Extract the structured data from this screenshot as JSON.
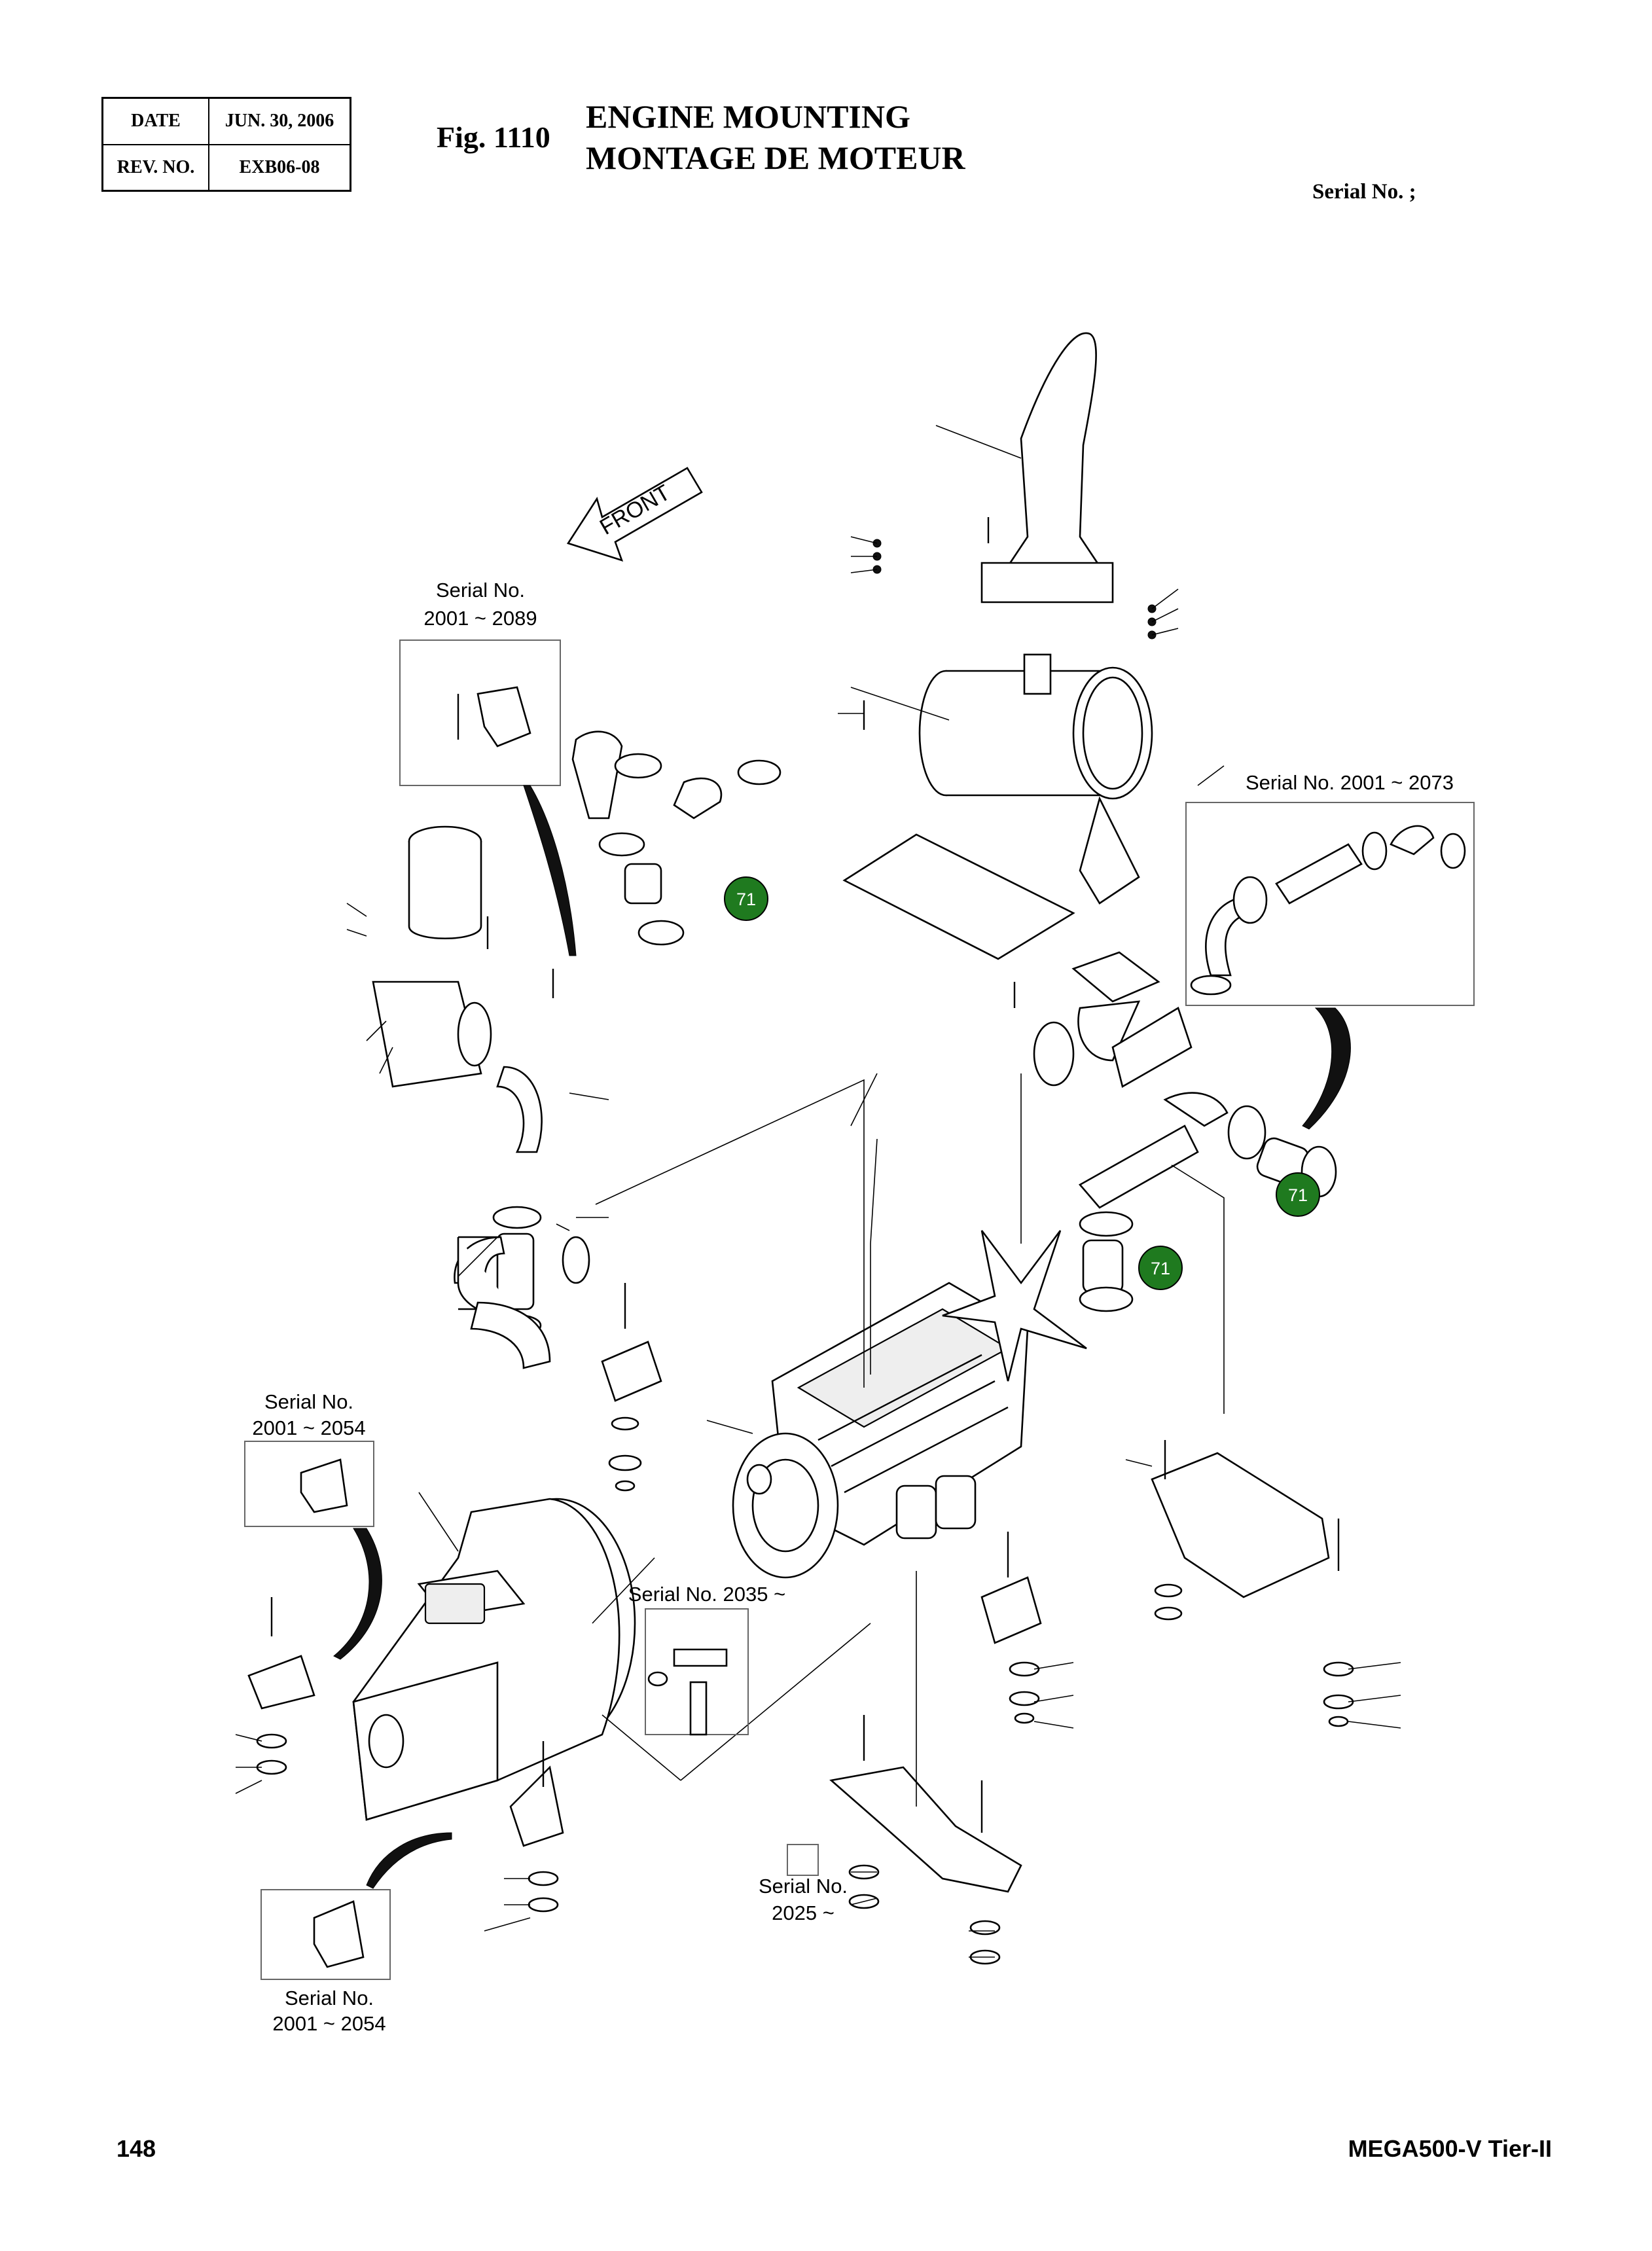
{
  "header": {
    "date_label": "DATE",
    "date_value": "JUN. 30, 2006",
    "rev_label": "REV. NO.",
    "rev_value": "EXB06-08"
  },
  "figure": {
    "number": "Fig. 1110",
    "title_en": "ENGINE MOUNTING",
    "title_fr": "MONTAGE DE MOTEUR",
    "serial_header": "Serial No. ;"
  },
  "diagram": {
    "front_arrow_label": "FRONT",
    "insets": {
      "bracket_top_left": {
        "line1": "Serial No.",
        "line2": "2001 ~ 2089"
      },
      "intake_pipe_right": {
        "line1": "Serial No. 2001 ~ 2073"
      },
      "mount_left": {
        "line1": "Serial No.",
        "line2": "2001 ~ 2054"
      },
      "fitting_center": {
        "line1": "Serial No. 2035 ~"
      },
      "small_center": {
        "line1": "Serial No.",
        "line2": "2025 ~"
      },
      "mount_bottom_left": {
        "line1": "Serial No.",
        "line2": "2001 ~ 2054"
      }
    },
    "callouts": [
      "71",
      "71",
      "71"
    ],
    "callout_color": "#1f7a1f"
  },
  "footer": {
    "page_number": "148",
    "model": "MEGA500-V Tier-II"
  }
}
